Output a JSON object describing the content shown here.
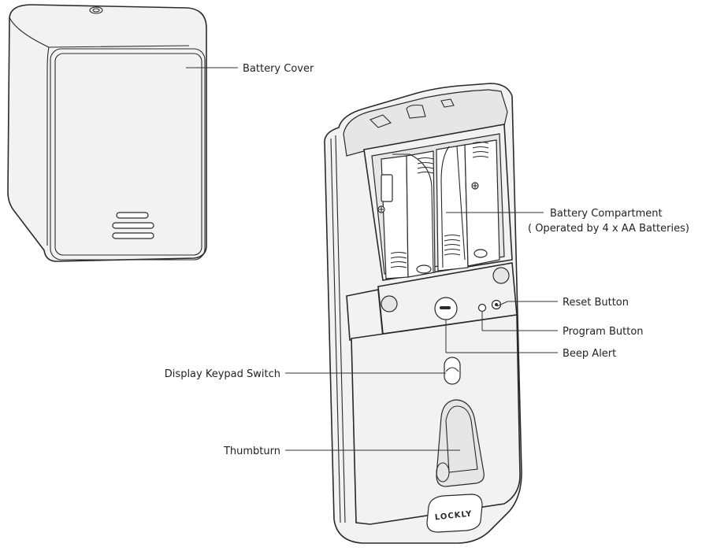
{
  "labels": {
    "battery_cover": "Battery Cover",
    "battery_compartment_line1": "Battery Compartment",
    "battery_compartment_line2": "( Operated by 4 x AA Batteries)",
    "reset_button": "Reset Button",
    "program_button": "Program Button",
    "beep_alert": "Beep Alert",
    "display_keypad_switch": "Display Keypad Switch",
    "thumbturn": "Thumbturn",
    "logo_text": "LOCKLY"
  },
  "colors": {
    "line": "#2a2a2a",
    "fill": "#f2f2f2",
    "background": "#ffffff"
  }
}
